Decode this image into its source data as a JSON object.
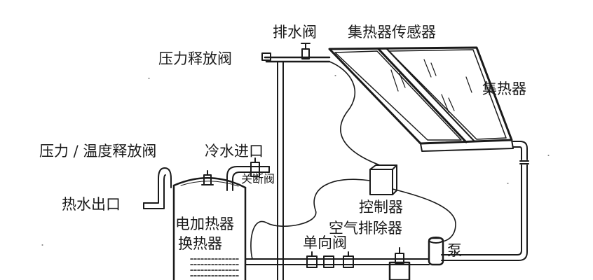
{
  "labels": {
    "drain_valve": "排水阀",
    "collector_sensor": "集热器传感器",
    "pressure_relief_valve": "压力释放阀",
    "collector": "集热器",
    "pt_relief_valve": "压力 / 温度释放阀",
    "cold_water_inlet": "冷水进口",
    "shutoff_valve": "关断阀",
    "hot_water_outlet": "热水出口",
    "controller": "控制器",
    "electric_heater": "电加热器",
    "air_eliminator": "空气排除器",
    "heat_exchanger": "换热器",
    "check_valve": "单向阀",
    "pump": "泵"
  },
  "colors": {
    "line": "#1a1a1a",
    "background": "#ffffff"
  }
}
